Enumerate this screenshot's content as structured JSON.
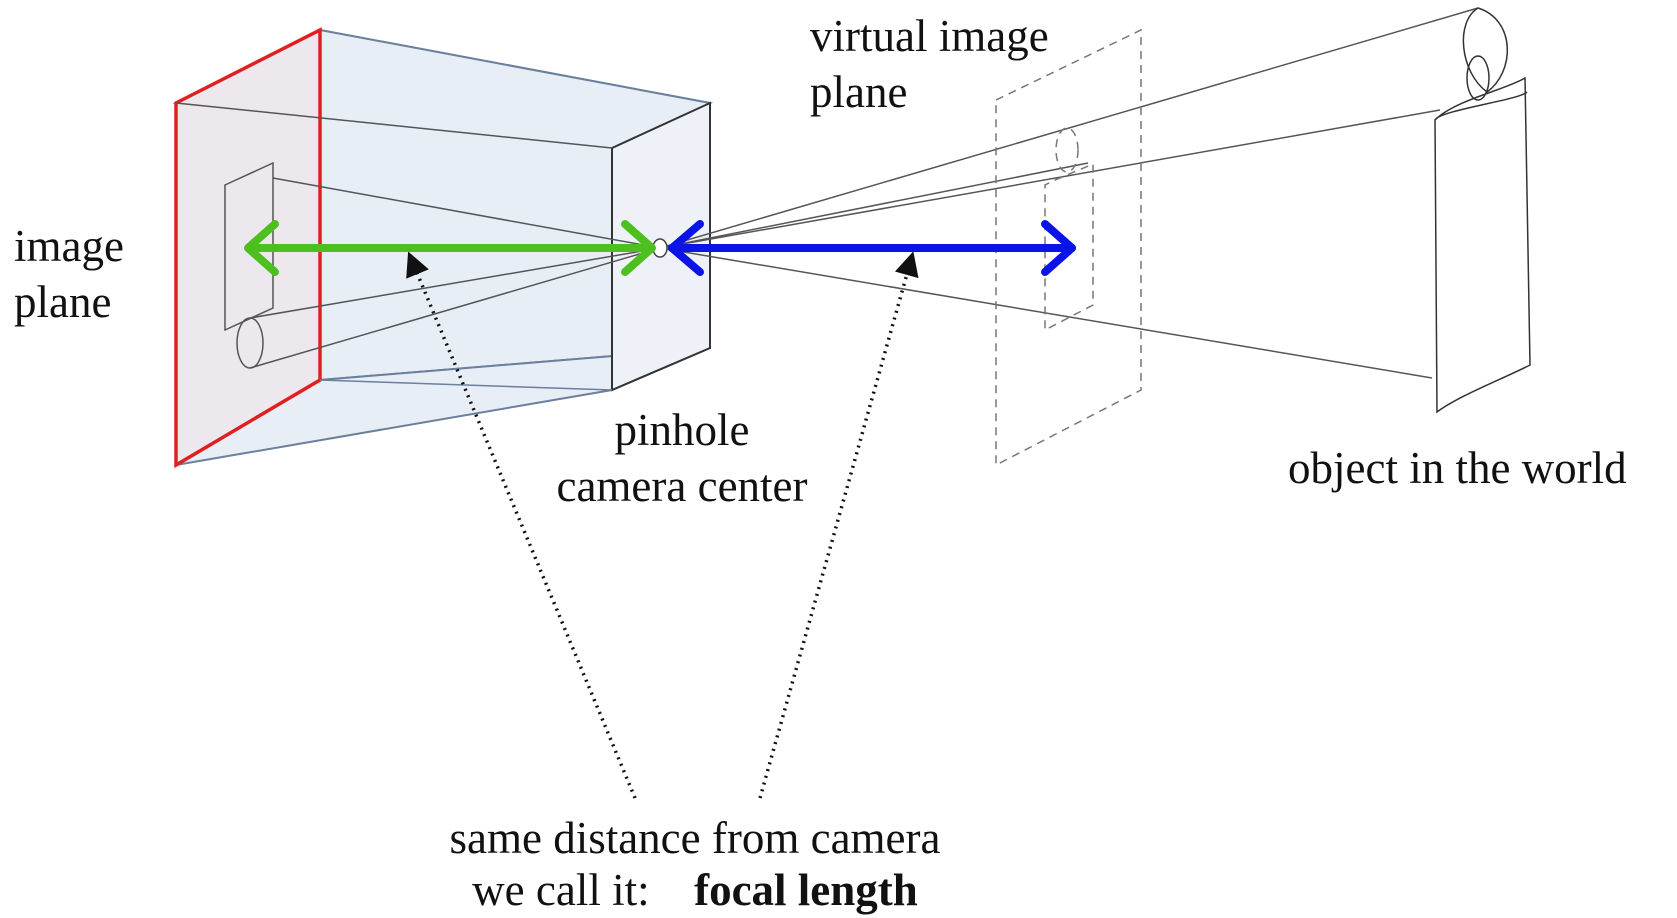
{
  "labels": {
    "image_plane_line1": "image",
    "image_plane_line2": "plane",
    "virtual_plane_line1": "virtual image",
    "virtual_plane_line2": "plane",
    "pinhole_line1": "pinhole",
    "pinhole_line2": "camera center",
    "object": "object in the world",
    "caption_line1": "same distance from camera",
    "caption_prefix": "we call it:",
    "caption_term": "focal length"
  },
  "colors": {
    "image_plane_edge": "#e02020",
    "camera_body_fill": "#e8eef6",
    "camera_body_edge": "#6b7f9e",
    "focal_arrow_inside": "#4dbf1f",
    "focal_arrow_outside": "#0a14e6",
    "ray_line": "#555555",
    "virtual_plane_dash": "#777777",
    "pointer_dots": "#111111"
  }
}
